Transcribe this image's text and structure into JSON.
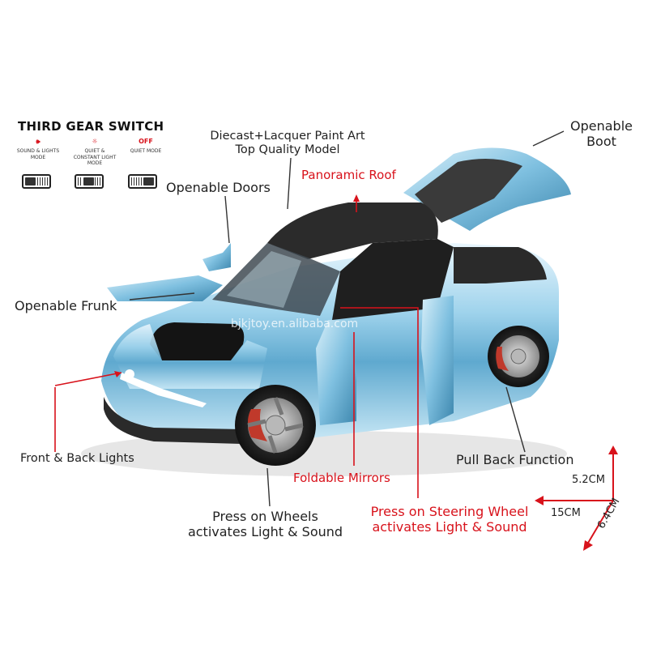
{
  "gear_switch": {
    "title": "THIRD GEAR SWITCH",
    "modes": [
      {
        "icon": "speaker-icon",
        "glyph": "🕪",
        "label_lines": [
          "SOUND & LIGHTS",
          "MODE"
        ]
      },
      {
        "icon": "bulb-icon",
        "glyph": "☼",
        "label_lines": [
          "QUIET &",
          "CONSTANT LIGHT",
          "MODE"
        ]
      },
      {
        "icon": "off-text",
        "glyph": "OFF",
        "label_lines": [
          "QUIET MODE"
        ]
      }
    ]
  },
  "labels": {
    "diecast": [
      "Diecast+Lacquer Paint Art",
      "Top Quality Model"
    ],
    "openable_doors": "Openable Doors",
    "panoramic_roof": "Panoramic Roof",
    "openable_boot": [
      "Openable",
      "Boot"
    ],
    "openable_frunk": "Openable Frunk",
    "front_back_lights": "Front & Back Lights",
    "foldable_mirrors": "Foldable Mirrors",
    "pull_back": "Pull Back Function",
    "press_wheels": [
      "Press on Wheels",
      "activates Light & Sound"
    ],
    "press_steering": [
      "Press on  Steering Wheel",
      "activates Light & Sound"
    ]
  },
  "dimensions": {
    "height": "5.2CM",
    "length": "15CM",
    "width": "6.4CM"
  },
  "watermark": "bjkjtoy.en.alibaba.com",
  "colors": {
    "accent_red": "#d8121b",
    "car_body": "#a9d8ee",
    "roof": "#2b2b2b",
    "text": "#222222"
  }
}
